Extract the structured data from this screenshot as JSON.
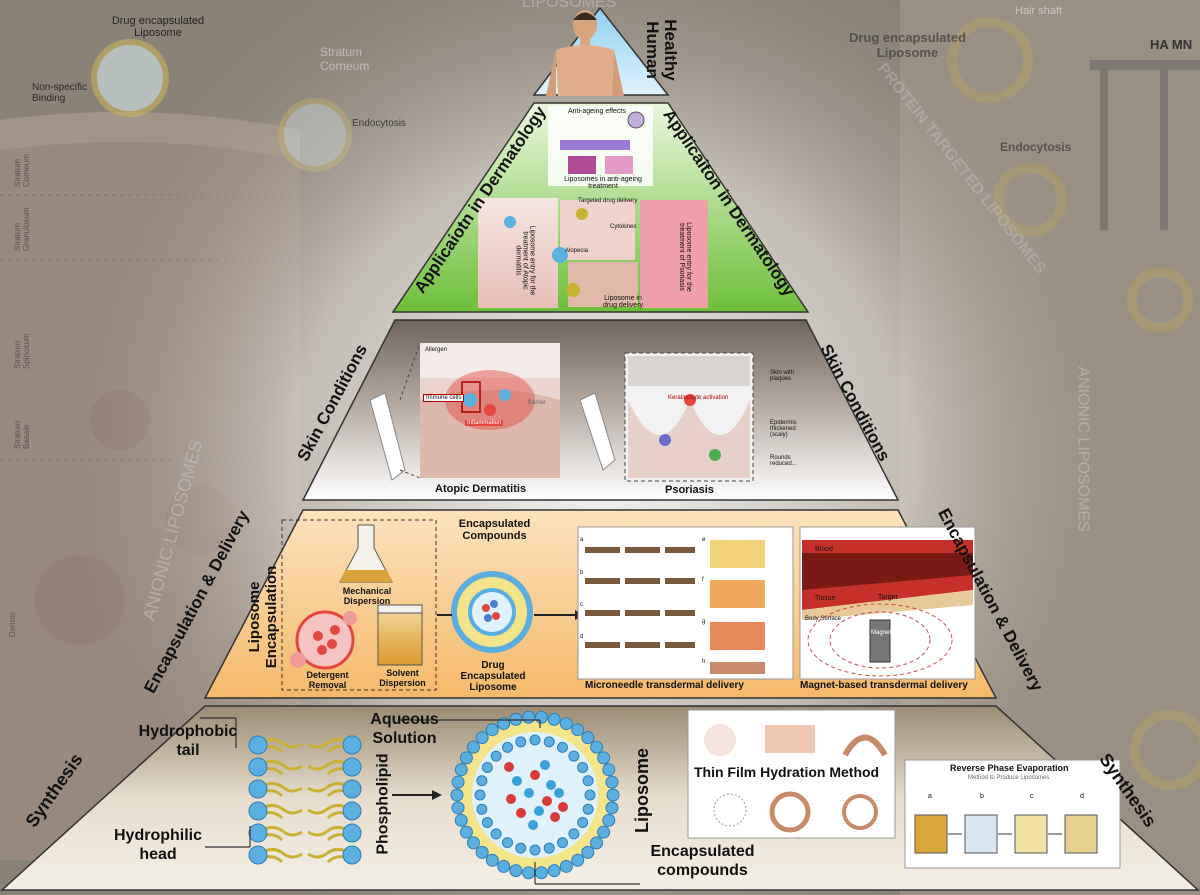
{
  "background": {
    "left": {
      "drug_liposome": "Drug encapsulated Liposome",
      "non_specific": "Non-specific Binding",
      "stratum_corneum_faded": "Stratum Corneum",
      "endocytosis": "Endocytosis",
      "layers": [
        "Stratum Corneum",
        "Stratum Granulosum",
        "Stratum Spinosum",
        "Stratum Basale",
        "Dermis"
      ],
      "anionic": "ANIONIC LIPOSOMES"
    },
    "right": {
      "hair_shaft": "Hair shaft",
      "drug_liposome": "Drug encapsulated Liposome",
      "protein": "PROTEIN TARGETED LIPOSOMES",
      "endocytosis": "Endocytosis",
      "ha_mn": "HA MN",
      "anionic": "ANIONIC LIPOSOMES"
    },
    "top": {
      "liposomes": "LIPOSOMES"
    }
  },
  "apex": {
    "label": "Healthy Human"
  },
  "tier2": {
    "side_label": "Applicaiotn in Dermatology",
    "side_label_right": "Applicaiton in Dermatology",
    "panel_antiaging_top": "Anti-ageing effects",
    "panel_antiaging": "Liposomes in anti-ageing treatment",
    "panel_targeted": "Targeted drug delivery",
    "panel_atopic": "Liposome entry for the treatment of Atopic dermatitis",
    "panel_psoriasis": "Liposome entry for the treatment of Psoriasis",
    "panel_drug_delivery": "Liposome in drug delivery",
    "alopecia": "Alopecia",
    "cytokines": "Cytokines"
  },
  "tier3": {
    "side_label": "Skin Conditions",
    "atopic": {
      "caption": "Atopic Dermatitis",
      "allergen": "Allergen",
      "immune": "Immune cells",
      "inflam": "Inflammation",
      "barrier": "Barrier"
    },
    "psoriasis": {
      "caption": "Psoriasis",
      "cytokines": "Keratinocyte activation",
      "notes": [
        "Skin with plaques",
        "Epidermis thickened (scaly)",
        "Rounds reduced..."
      ]
    }
  },
  "tier4": {
    "side_label": "Encapsulation & Delivery",
    "box_title": "Liposome Encapsulation",
    "mechanical": "Mechanical Dispersion",
    "detergent": "Detergent Removal",
    "solvent": "Solvent Dispersion",
    "encapsulated": "Encapsulated Compounds",
    "drug_lipo": "Drug Encapsulated Liposome",
    "micro_caption": "Microneedle transdermal delivery",
    "micro_letters": [
      "a",
      "b",
      "c",
      "d",
      "e",
      "f",
      "g",
      "h"
    ],
    "magnet_caption": "Magnet-based transdermal delivery",
    "magnet_labels": [
      "Blood",
      "Tissue",
      "Target",
      "Body Surface",
      "Magnet"
    ]
  },
  "tier5": {
    "side_label": "Synthesis",
    "hydrophobic": "Hydrophobic tail",
    "hydrophilic": "Hydrophilic head",
    "aqueous": "Aqueous Solution",
    "phospholipid": "Phospholipid",
    "liposome": "Liposome",
    "encap_compounds": "Encapsulated compounds",
    "thin_film": "Thin Film Hydration Method",
    "reverse_title": "Reverse Phase Evaporation",
    "reverse_subtitle": "Method to Produce Liposomes",
    "reverse_steps": [
      "a",
      "b",
      "c",
      "d"
    ]
  },
  "colors": {
    "green": "#7fc84a",
    "tier3": "#a69b91",
    "tier4": "#f7c98c",
    "tier5": "#c9bba5",
    "bead": "#5aaee0",
    "tail": "#c9b233",
    "red": "#d93b3b"
  }
}
